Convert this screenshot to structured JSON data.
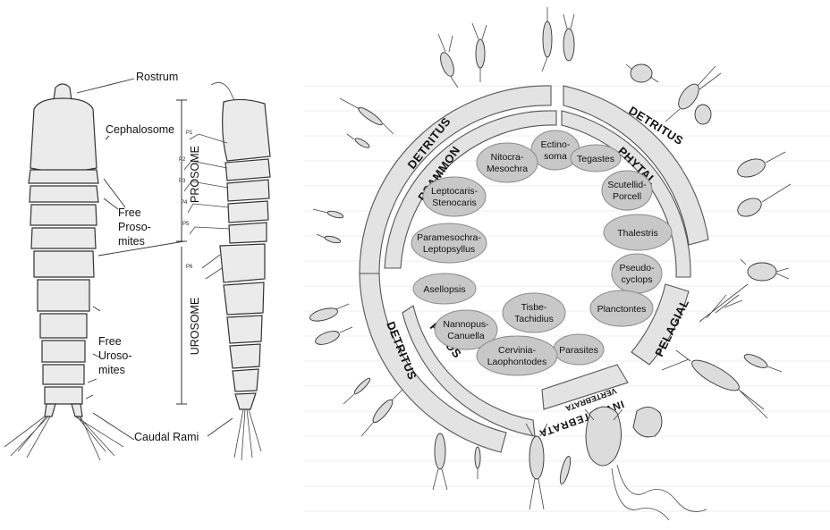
{
  "anatomy": {
    "labels": {
      "rostrum": "Rostrum",
      "cephalosome": "Cephalosome",
      "free_prosomites": [
        "Free",
        "Proso-",
        "mites"
      ],
      "prosome": "PROSOME",
      "urosome": "UROSOME",
      "free_urosomites": [
        "Free",
        "Uroso-",
        "mites"
      ],
      "caudal_rami": "Caudal Rami"
    },
    "leg_marks": [
      "P1",
      "P2",
      "P3",
      "P4",
      "P5",
      "P6"
    ]
  },
  "habitat_wheel": {
    "arc_labels": {
      "detritus_top_left": "DETRITUS",
      "detritus_top_right": "DETRITUS",
      "psammon": "PSAMMON",
      "phytal": "PHYTAL",
      "pelagial": "PELAGIAL",
      "detritus_bottom_left": "DETRITUS",
      "pelos": "PELOS",
      "vertebrata": "VERTEBRATA",
      "invertebrata": "INVERTEBRATA"
    },
    "groups": [
      {
        "lines": [
          "Ectino-",
          "soma"
        ]
      },
      {
        "lines": [
          "Nitocra-",
          "Mesochra"
        ]
      },
      {
        "lines": [
          "Tegastes"
        ]
      },
      {
        "lines": [
          "Leptocaris-",
          "Stenocaris"
        ]
      },
      {
        "lines": [
          "Scutellid-",
          "Porcell"
        ]
      },
      {
        "lines": [
          "Thalestris"
        ]
      },
      {
        "lines": [
          "Paramesochra-",
          "Leptopsyllus"
        ]
      },
      {
        "lines": [
          "Pseudo-",
          "cyclops"
        ]
      },
      {
        "lines": [
          "Asellopsis"
        ]
      },
      {
        "lines": [
          "Planctontes"
        ]
      },
      {
        "lines": [
          "Tisbe-",
          "Tachidius"
        ]
      },
      {
        "lines": [
          "Nannopus-",
          "Canuella"
        ]
      },
      {
        "lines": [
          "Parasites"
        ]
      },
      {
        "lines": [
          "Cervinia-",
          "Laophontodes"
        ]
      }
    ]
  }
}
